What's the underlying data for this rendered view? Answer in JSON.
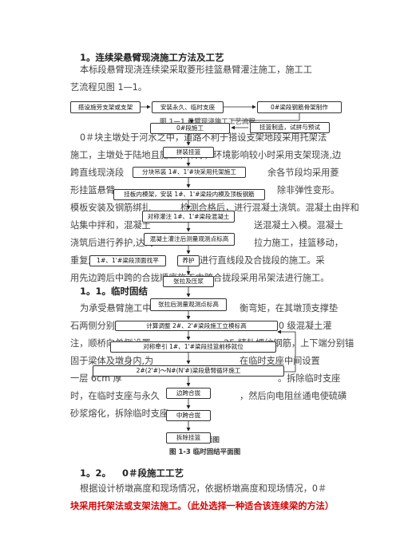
{
  "heading1": "1。连续梁悬臂现浇施工方法及工艺",
  "intro": [
    "本标段悬臂现浇连续梁采取菱形挂篮悬臂灌注施工，施工工",
    "艺流程见图 1—1。"
  ],
  "flow_top": {
    "box1": "搭设施劳支架或支架",
    "box2": "安装永久、临时支座",
    "box3": "0#梁段钢筋骨架制作"
  },
  "fig1_caption_partial": "图 1—1 悬臂现浇施工工艺流程",
  "flow_boxes": {
    "b0": "0#段施工",
    "b0side": "挂篮制造，试拼与预试",
    "b1": "拼装挂篮",
    "b2": "分块吊装 1#、1'#块采用托架施工",
    "b3": "挂板内模架，安装 1#、1'#梁段内模及顶板钢筋",
    "b4": "对称灌注 1#、1'#梁段混凝土",
    "b5": "混凝土灌注后测量观测点标高",
    "b6": "1#、1'#梁段顶面找平",
    "b7": "养护",
    "b8": "张拉及压浆",
    "b9": "张拉后测量观测点标高",
    "b10": "计算调整 2#、2'#梁段施工立模标高",
    "b11": "对称牵引 1#、1'#梁段挂篮前移就位",
    "b12": "2#(2'#)～N#(N'#)梁段悬臂循环施工",
    "b13": "边跨合拢",
    "b14": "中跨合拢",
    "b15": "拆除挂篮"
  },
  "body_lines": [
    "0＃块主墩处于河水之中，道路不利于搭设支架地段采用托架法",
    "施工，主墩处于陆地且施工条件好，环境影响较小时采用支架现浇,边",
    "跨直线现浇段",
    "形挂篮悬臂",
    "模板安装及钢筋绑扎",
    "站集中拌和，混凝土",
    "浇筑后进行养护,达到",
    "重复进行",
    "用先边跨后中跨的合拢顺序施工中跨合拢段采用吊架法进行施工。"
  ],
  "body_fragments": {
    "f1": "余各节段均采用菱",
    "f2": "除非弹性变形。",
    "f3": "检测合格后，进行混凝土浇筑。混凝土由拌和",
    "f4": "送混凝土入模。混凝土",
    "f5": "拉力施工，挂篮移动，",
    "f6": "进行直线段及合拢段的施工。采"
  },
  "heading11": "1。1。临时固结",
  "sec11_lines": [
    "为承受悬臂施工中",
    "石两侧分别对称设置",
    "注，顺桥向单侧设置",
    "固于梁体及墩身内,为",
    "一层 6cm 厚",
    "时，在临时支座与永久",
    "砂浆熔化，拆除临时支座。"
  ],
  "sec11_fragments": {
    "g1": "衡弯矩，在其墩顶支撑垫",
    "g2": "采用 C50 级混凝土灌",
    "g3": "25 精轧螺纹钢筋，上下端分别锚",
    "g4": "在临时支座中间设置",
    "g5": "。拆除临时支座",
    "g6": "，然后向电阻丝通电使硫磺"
  },
  "fig13_caption": "图 1-3 临时固结平面图",
  "fig13_caption_behind": "面图",
  "heading12_num": "1。2。",
  "heading12_title": "0＃段施工工艺",
  "sec12_line1": "根据设计桥墩高度和现场情况，依据桥墩高度和现场情况，0＃",
  "sec12_line2_red": "块采用托架法或支架法施工。（此处选择一种适合该连续梁的方法）"
}
